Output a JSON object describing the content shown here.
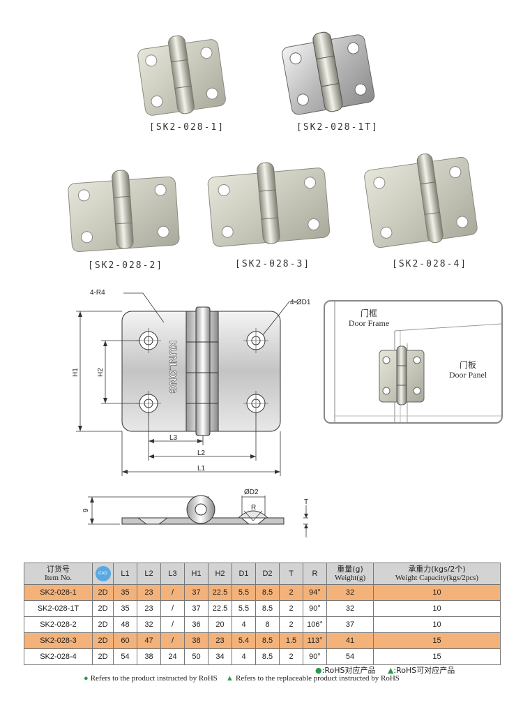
{
  "products": [
    {
      "code": "[SK2-028-1]"
    },
    {
      "code": "[SK2-028-1T]"
    },
    {
      "code": "[SK2-028-2]"
    },
    {
      "code": "[SK2-028-3]"
    },
    {
      "code": "[SK2-028-4]"
    }
  ],
  "drawing": {
    "r_label": "4-R4",
    "d_label": "4-ØD1",
    "h1": "H1",
    "h2": "H2",
    "l1": "L1",
    "l2": "L2",
    "l3": "L3",
    "logo": "KUNLONG",
    "thickness_nine": "9",
    "d2": "ØD2",
    "r": "R",
    "t": "T"
  },
  "inset": {
    "frame_zh": "门框",
    "frame_en": "Door Frame",
    "panel_zh": "门板",
    "panel_en": "Door Panel"
  },
  "table": {
    "headers": {
      "item_zh": "订货号",
      "item_en": "Item No.",
      "cad": "CAD",
      "l1": "L1",
      "l2": "L2",
      "l3": "L3",
      "h1": "H1",
      "h2": "H2",
      "d1": "D1",
      "d2": "D2",
      "t": "T",
      "r": "R",
      "weight_zh": "重量(g)",
      "weight_en": "Weight(g)",
      "cap_zh": "承重力(kgs/2个)",
      "cap_en": "Weight Capacity(kgs/2pcs)"
    },
    "rows": [
      {
        "item": "SK2-028-1",
        "cad": "2D",
        "l1": "35",
        "l2": "23",
        "l3": "/",
        "h1": "37",
        "h2": "22.5",
        "d1": "5.5",
        "d2": "8.5",
        "t": "2",
        "r": "94°",
        "weight": "32",
        "capacity": "10"
      },
      {
        "item": "SK2-028-1T",
        "cad": "2D",
        "l1": "35",
        "l2": "23",
        "l3": "/",
        "h1": "37",
        "h2": "22.5",
        "d1": "5.5",
        "d2": "8.5",
        "t": "2",
        "r": "90°",
        "weight": "32",
        "capacity": "10"
      },
      {
        "item": "SK2-028-2",
        "cad": "2D",
        "l1": "48",
        "l2": "32",
        "l3": "/",
        "h1": "36",
        "h2": "20",
        "d1": "4",
        "d2": "8",
        "t": "2",
        "r": "106°",
        "weight": "37",
        "capacity": "10"
      },
      {
        "item": "SK2-028-3",
        "cad": "2D",
        "l1": "60",
        "l2": "47",
        "l3": "/",
        "h1": "38",
        "h2": "23",
        "d1": "5.4",
        "d2": "8.5",
        "t": "1.5",
        "r": "113°",
        "weight": "41",
        "capacity": "15"
      },
      {
        "item": "SK2-028-4",
        "cad": "2D",
        "l1": "54",
        "l2": "38",
        "l3": "24",
        "h1": "50",
        "h2": "34",
        "d1": "4",
        "d2": "8.5",
        "t": "2",
        "r": "90°",
        "weight": "54",
        "capacity": "15"
      }
    ]
  },
  "legend": {
    "rohs_zh": ":RoHS对应产品",
    "replace_zh": ":RoHS可对应产品",
    "rohs_en": "Refers to the product instructed by RoHS",
    "replace_en": "Refers to the replaceable product instructed by RoHS",
    "colors": {
      "green": "#2a9a4a",
      "highlight": "#f3b27a",
      "header": "#d3d3d3"
    }
  }
}
